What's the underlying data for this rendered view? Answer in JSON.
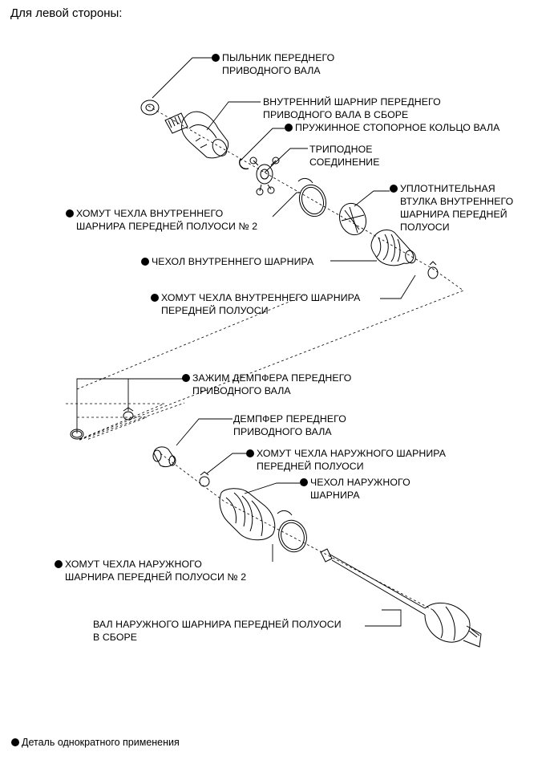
{
  "heading": "Для левой стороны:",
  "labels": {
    "dust_seal": [
      "ПЫЛЬНИК ПЕРЕДНЕГО",
      "ПРИВОДНОГО ВАЛА"
    ],
    "inner_joint": [
      "ВНУТРЕННИЙ ШАРНИР ПЕРЕДНЕГО",
      "ПРИВОДНОГО ВАЛА В СБОРЕ"
    ],
    "snap_ring": [
      "ПРУЖИННОЕ СТОПОРНОЕ КОЛЬЦО ВАЛА"
    ],
    "tripod": [
      "ТРИПОДНОЕ",
      "СОЕДИНЕНИЕ"
    ],
    "inner_boot_seal": [
      "УПЛОТНИТЕЛЬНАЯ",
      "ВТУЛКА ВНУТРЕННЕГО",
      "ШАРНИРА ПЕРЕДНЕЙ",
      "ПОЛУОСИ"
    ],
    "inner_clamp_2": [
      "ХОМУТ ЧЕХЛА ВНУТРЕННЕГО",
      "ШАРНИРА ПЕРЕДНЕЙ ПОЛУОСИ № 2"
    ],
    "inner_boot": [
      "ЧЕХОЛ ВНУТРЕННЕГО ШАРНИРА"
    ],
    "inner_clamp": [
      "ХОМУТ ЧЕХЛА ВНУТРЕННЕГО ШАРНИРА",
      "ПЕРЕДНЕЙ ПОЛУОСИ"
    ],
    "damper_clip": [
      "ЗАЖИМ ДЕМПФЕРА ПЕРЕДНЕГО",
      "ПРИВОДНОГО ВАЛА"
    ],
    "damper": [
      "ДЕМПФЕР ПЕРЕДНЕГО",
      "ПРИВОДНОГО ВАЛА"
    ],
    "outer_clamp": [
      "ХОМУТ ЧЕХЛА НАРУЖНОГО ШАРНИРА",
      "ПЕРЕДНЕЙ ПОЛУОСИ"
    ],
    "outer_boot": [
      "ЧЕХОЛ НАРУЖНОГО",
      "ШАРНИРА"
    ],
    "outer_clamp_2": [
      "ХОМУТ ЧЕХЛА НАРУЖНОГО",
      "ШАРНИРА ПЕРЕДНЕЙ ПОЛУОСИ № 2"
    ],
    "outer_shaft": [
      "ВАЛ НАРУЖНОГО ШАРНИРА ПЕРЕДНЕЙ ПОЛУОСИ",
      "В СБОРЕ"
    ]
  },
  "legend": "Деталь однократного применения"
}
